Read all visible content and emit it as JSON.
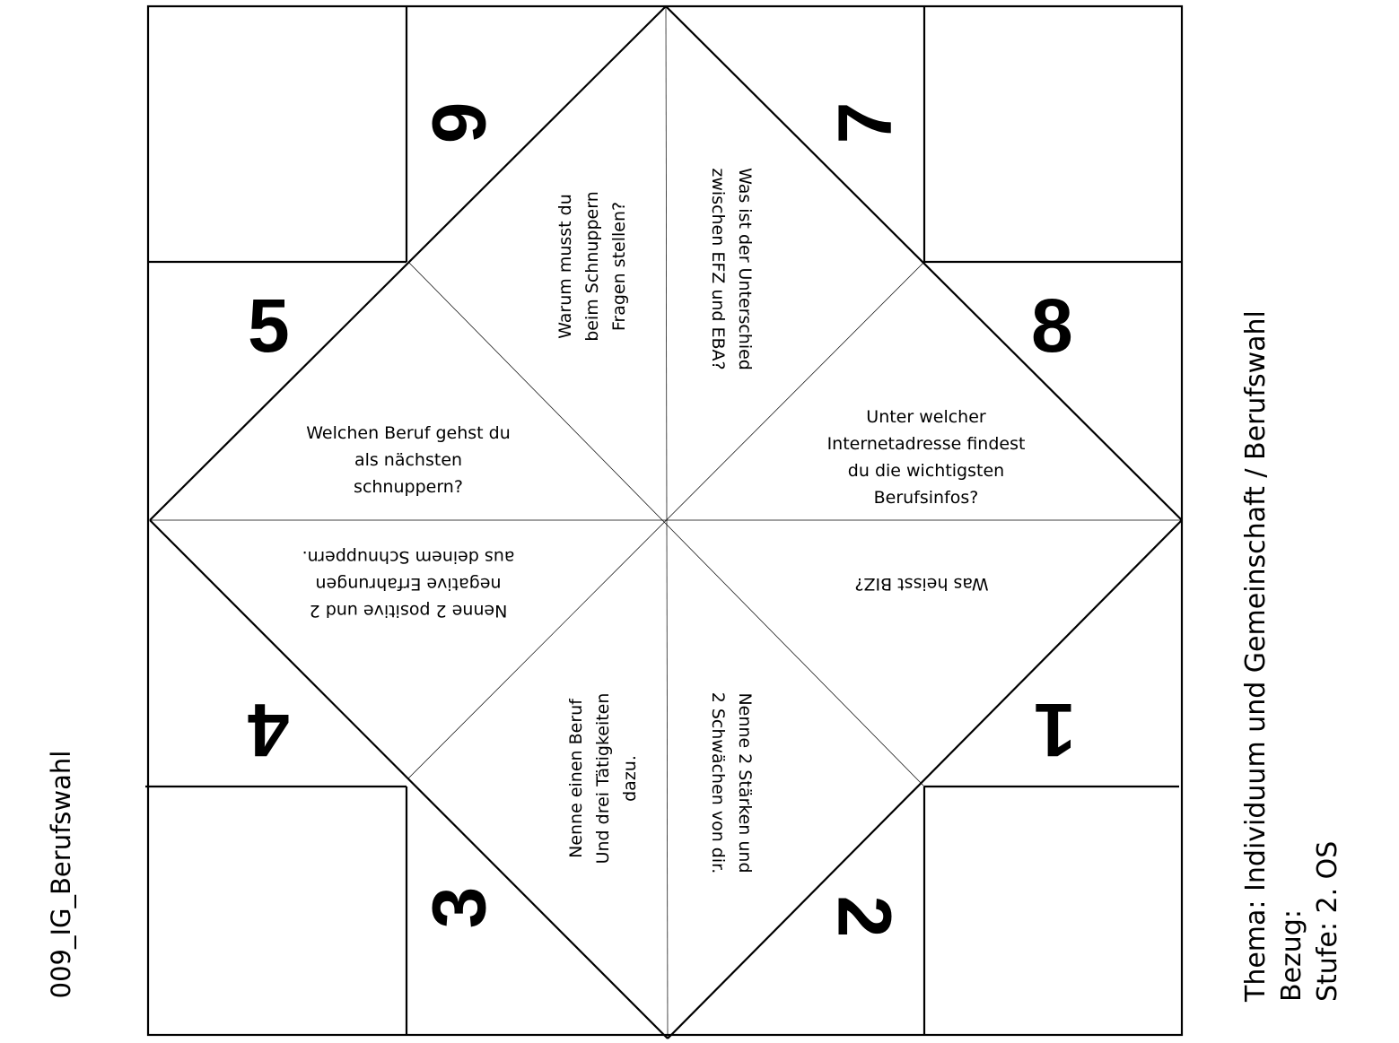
{
  "document_id": "009_IG_Berufswahl",
  "info": {
    "thema": "Thema: Individuum und Gemeinschaft / Berufswahl",
    "bezug": "Bezug:",
    "stufe": "Stufe: 2. OS"
  },
  "numbers": {
    "n1": "1",
    "n2": "2",
    "n3": "3",
    "n4": "4",
    "n5": "5",
    "n6": "6",
    "n7": "7",
    "n8": "8"
  },
  "questions": {
    "q5": [
      "Welchen Beruf gehst du",
      "als nächsten",
      "schnuppern?"
    ],
    "q6": [
      "Warum musst du",
      "beim Schnuppern",
      "Fragen stellen?"
    ],
    "q7": [
      "Was ist der Unterschied",
      "zwischen EFZ und EBA?"
    ],
    "q8": [
      "Unter welcher",
      "Internetadresse findest",
      "du die wichtigsten",
      "Berufsinfos?"
    ],
    "q1": [
      "Was heisst BIZ?"
    ],
    "q2": [
      "Nenne 2 Stärken und",
      "2 Schwächen von dir."
    ],
    "q3": [
      "Nenne einen Beruf",
      "Und drei Tätigkeiten",
      "dazu."
    ],
    "q4": [
      "Nenne 2 positive und 2",
      "negative Erfahrungen",
      "aus deinem Schnuppern."
    ]
  }
}
